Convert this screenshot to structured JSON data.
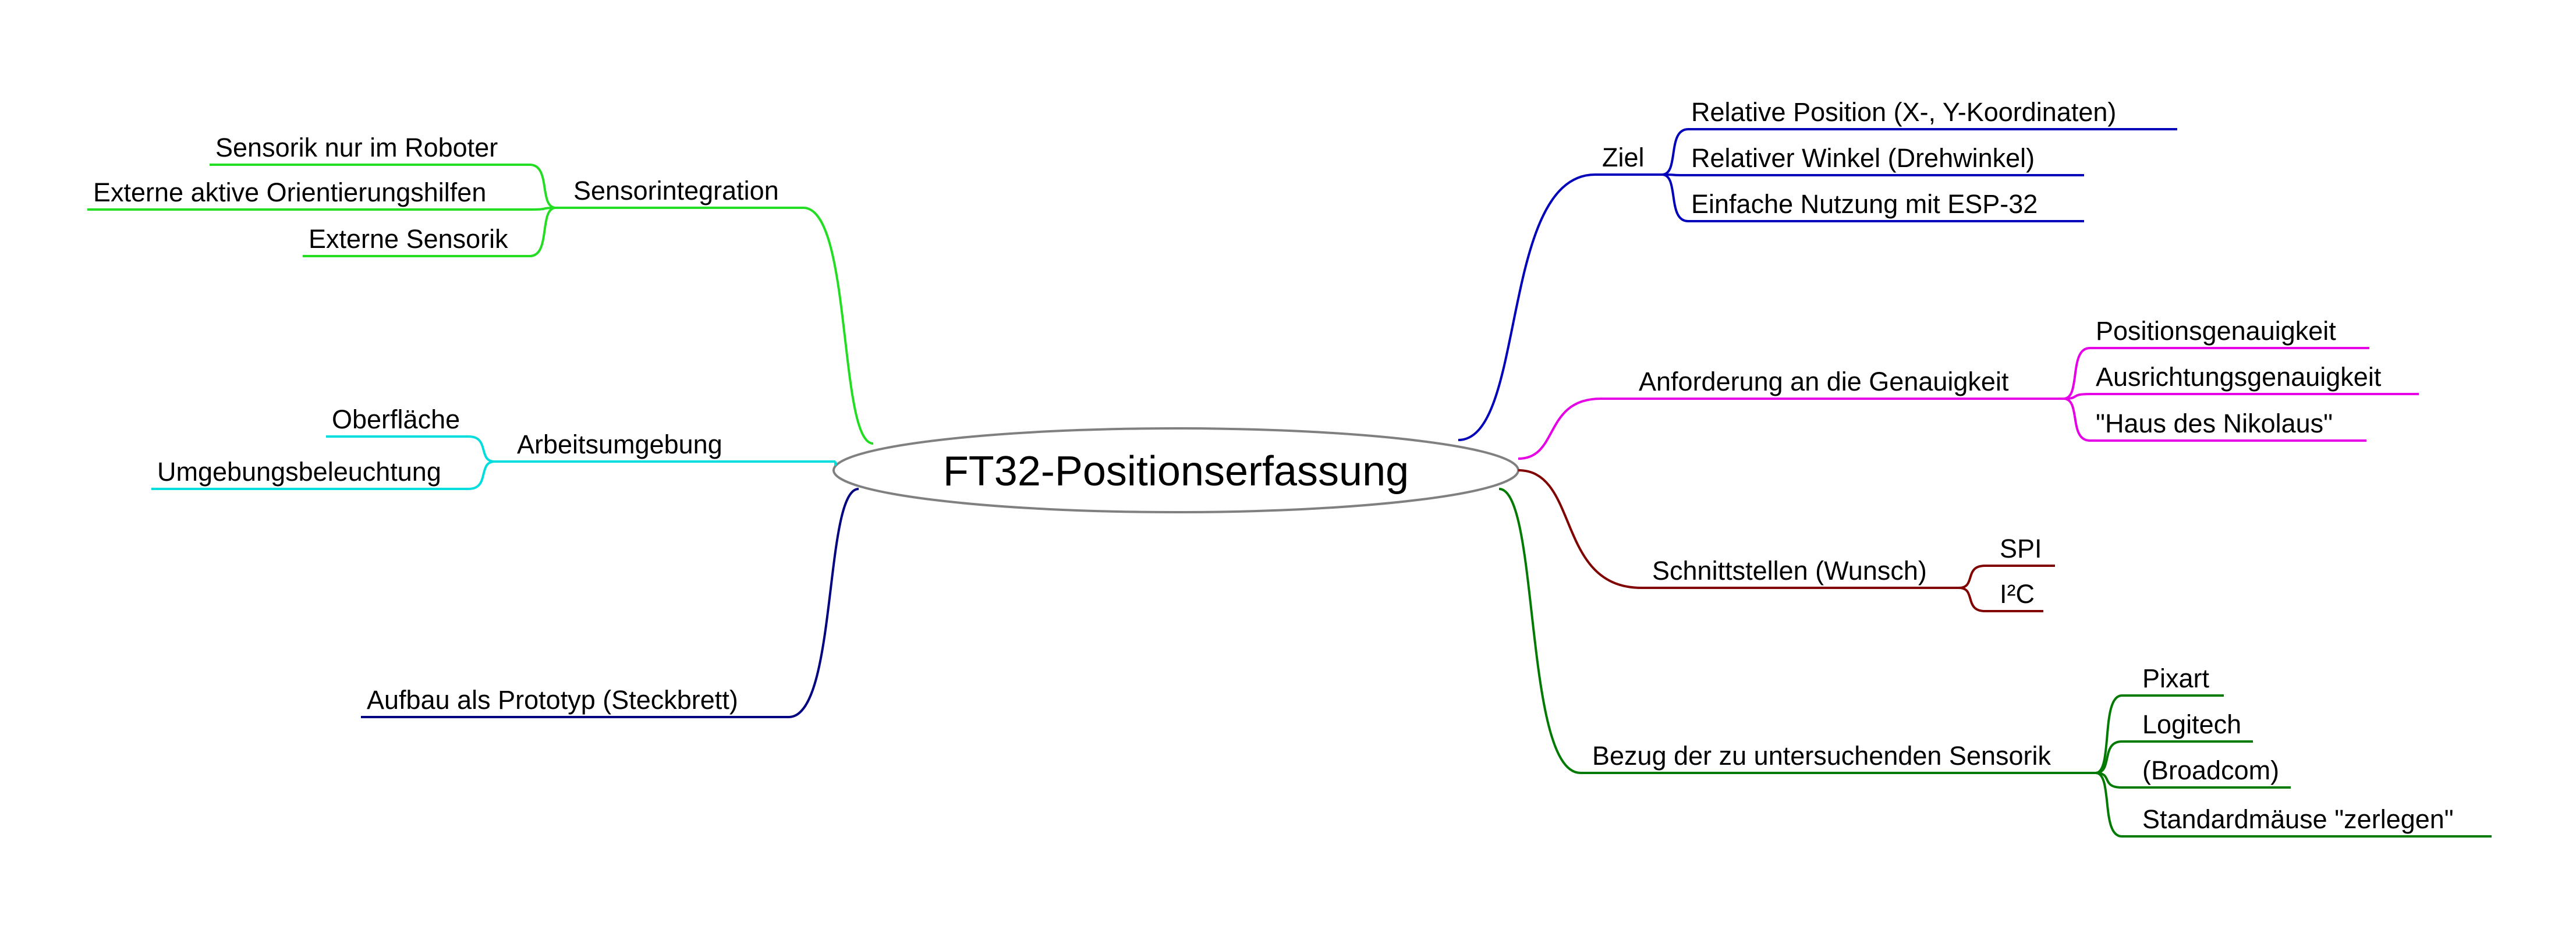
{
  "root": {
    "label": "FT32-Positionserfassung"
  },
  "branches": [
    {
      "key": "ziel",
      "side": "right",
      "color": "#0000bb",
      "label": "Ziel",
      "children": [
        "Relative Position (X-, Y-Koordinaten)",
        "Relativer Winkel (Drehwinkel)",
        "Einfache Nutzung mit ESP-32"
      ]
    },
    {
      "key": "genauigkeit",
      "side": "right",
      "color": "#e600e6",
      "label": "Anforderung an die Genauigkeit",
      "children": [
        "Positionsgenauigkeit",
        "Ausrichtungsgenauigkeit",
        "\"Haus des Nikolaus\""
      ]
    },
    {
      "key": "schnittstellen",
      "side": "right",
      "color": "#800000",
      "label": "Schnittstellen (Wunsch)",
      "children": [
        "SPI",
        "I²C"
      ]
    },
    {
      "key": "bezug",
      "side": "right",
      "color": "#007a00",
      "label": "Bezug der zu untersuchenden Sensorik",
      "children": [
        "Pixart",
        "Logitech",
        "(Broadcom)",
        "Standardmäuse \"zerlegen\""
      ]
    },
    {
      "key": "sensorintegration",
      "side": "left",
      "color": "#22dd22",
      "label": "Sensorintegration",
      "children": [
        "Sensorik nur im Roboter",
        "Externe aktive Orientierungshilfen",
        "Externe Sensorik"
      ]
    },
    {
      "key": "arbeitsumgebung",
      "side": "left",
      "color": "#00dddd",
      "label": "Arbeitsumgebung",
      "children": [
        "Oberfläche",
        "Umgebungsbeleuchtung"
      ]
    },
    {
      "key": "aufbau",
      "side": "left",
      "color": "#000080",
      "label": "Aufbau als Prototyp (Steckbrett)",
      "children": []
    }
  ]
}
